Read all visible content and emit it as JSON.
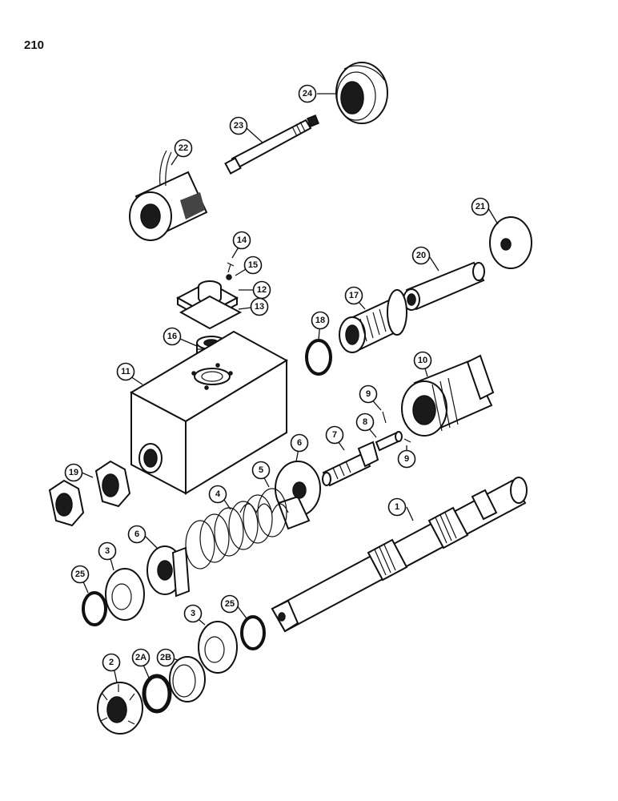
{
  "page_number": "210",
  "callouts": [
    {
      "label": "24"
    },
    {
      "label": "23"
    },
    {
      "label": "22"
    },
    {
      "label": "21"
    },
    {
      "label": "20"
    },
    {
      "label": "14"
    },
    {
      "label": "15"
    },
    {
      "label": "12"
    },
    {
      "label": "13"
    },
    {
      "label": "17"
    },
    {
      "label": "18"
    },
    {
      "label": "16"
    },
    {
      "label": "11"
    },
    {
      "label": "10"
    },
    {
      "label": "9"
    },
    {
      "label": "8"
    },
    {
      "label": "7"
    },
    {
      "label": "9"
    },
    {
      "label": "6"
    },
    {
      "label": "5"
    },
    {
      "label": "19"
    },
    {
      "label": "4"
    },
    {
      "label": "1"
    },
    {
      "label": "6"
    },
    {
      "label": "3"
    },
    {
      "label": "25"
    },
    {
      "label": "25"
    },
    {
      "label": "3"
    },
    {
      "label": "2B"
    },
    {
      "label": "2A"
    },
    {
      "label": "2"
    }
  ]
}
